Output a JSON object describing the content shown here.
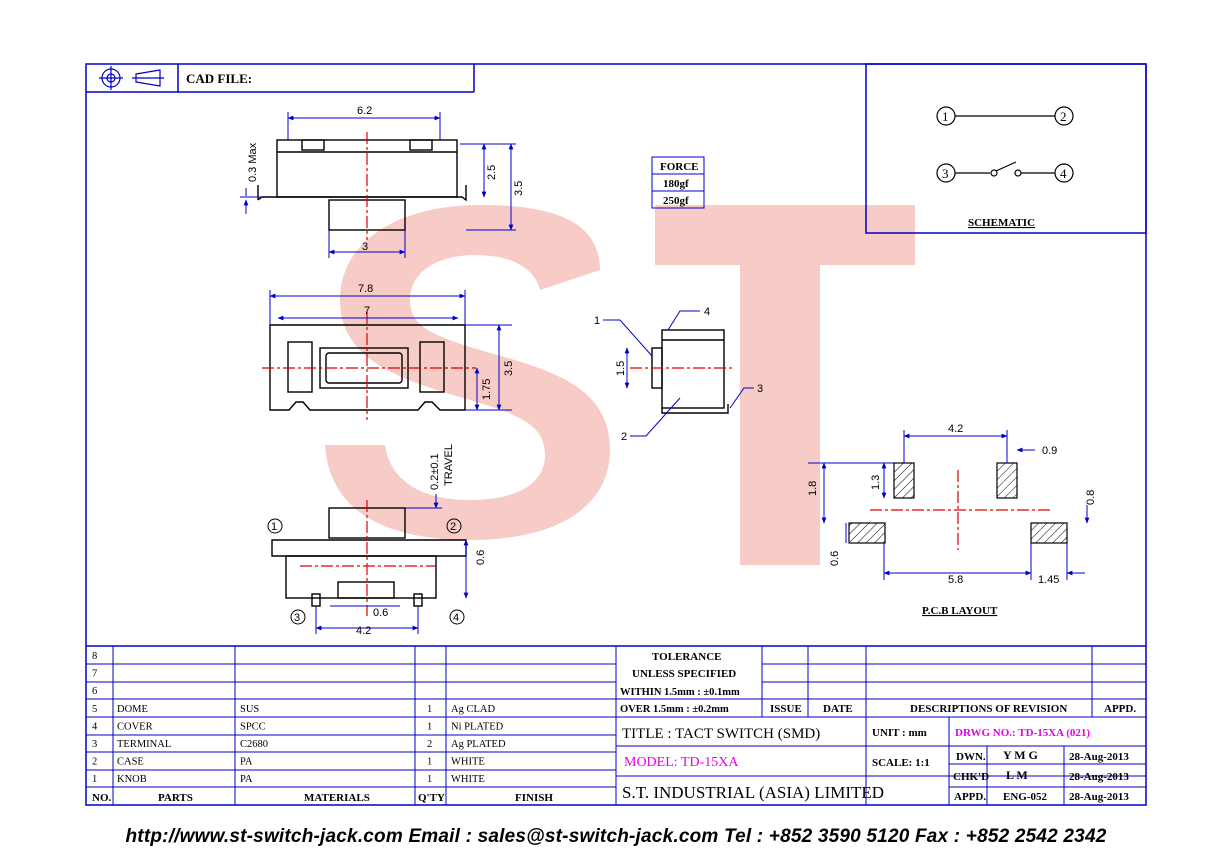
{
  "header": {
    "cad_label": "CAD FILE:"
  },
  "force": {
    "title": "FORCE",
    "values": [
      "180gf",
      "250gf"
    ]
  },
  "schematic": {
    "title": "SCHEMATIC",
    "pins": [
      "1",
      "2",
      "3",
      "4"
    ]
  },
  "pcb": {
    "title": "P.C.B LAYOUT",
    "dims": {
      "w_top": "4.2",
      "pad_w": "0.9",
      "h_outer": "1.8",
      "h_pad": "1.3",
      "h_low": "0.8",
      "h_low2": "0.6",
      "span": "5.8",
      "pad2": "1.45"
    }
  },
  "top_view": {
    "dims": {
      "width": "6.2",
      "max": "0.3 Max",
      "h1": "2.5",
      "h2": "3.5",
      "knob": "3"
    }
  },
  "front_view": {
    "dims": {
      "outer": "7.8",
      "inner": "7",
      "h": "3.5",
      "h2": "1.75"
    }
  },
  "side_view": {
    "dims": {
      "knob_h": "1.5"
    },
    "labels": [
      "1",
      "2",
      "3",
      "4"
    ]
  },
  "bottom_view": {
    "dims": {
      "travel": "0.2±0.1",
      "travel_label": "TRAVEL",
      "h": "0.6",
      "pin": "0.6",
      "span": "4.2"
    },
    "labels": [
      "1",
      "2",
      "3",
      "4"
    ]
  },
  "watermark": "ST",
  "bom": {
    "headers": [
      "NO.",
      "PARTS",
      "MATERIALS",
      "Q'TY",
      "FINISH"
    ],
    "rows": [
      {
        "no": "8",
        "part": "",
        "material": "",
        "qty": "",
        "finish": ""
      },
      {
        "no": "7",
        "part": "",
        "material": "",
        "qty": "",
        "finish": ""
      },
      {
        "no": "6",
        "part": "",
        "material": "",
        "qty": "",
        "finish": ""
      },
      {
        "no": "5",
        "part": "DOME",
        "material": "SUS",
        "qty": "1",
        "finish": "Ag CLAD"
      },
      {
        "no": "4",
        "part": "COVER",
        "material": "SPCC",
        "qty": "1",
        "finish": "Ni PLATED"
      },
      {
        "no": "3",
        "part": "TERMINAL",
        "material": "C2680",
        "qty": "2",
        "finish": "Ag PLATED"
      },
      {
        "no": "2",
        "part": "CASE",
        "material": "PA",
        "qty": "1",
        "finish": "WHITE"
      },
      {
        "no": "1",
        "part": "KNOB",
        "material": "PA",
        "qty": "1",
        "finish": "WHITE"
      }
    ]
  },
  "tolerance": {
    "title": "TOLERANCE",
    "subtitle": "UNLESS   SPECIFIED",
    "within": "WITHIN  1.5mm : ±0.1mm",
    "over": "OVER    1.5mm : ±0.2mm"
  },
  "revision": {
    "issue": "ISSUE",
    "date": "DATE",
    "desc": "DESCRIPTIONS  OF  REVISION",
    "appd": "APPD."
  },
  "title_block": {
    "title": "TITLE : TACT SWITCH (SMD)",
    "unit": "UNIT :   mm",
    "drwg": "DRWG NO.: TD-15XA (021)",
    "model": "MODEL: TD-15XA",
    "scale": "SCALE:  1:1",
    "company": "S.T.  INDUSTRIAL  (ASIA)  LIMITED",
    "dwn_label": "DWN.",
    "dwn": "Y M G",
    "dwn_date": "28-Aug-2013",
    "chk_label": "CHK'D",
    "chk": "L M",
    "chk_date": "28-Aug-2013",
    "appd_label": "APPD.",
    "appd": "ENG-052",
    "appd_date": "28-Aug-2013"
  },
  "footer": "http://www.st-switch-jack.com  Email : sales@st-switch-jack.com  Tel : +852 3590 5120  Fax : +852 2542 2342",
  "colors": {
    "frame": "#0000cc",
    "center": "#e00000",
    "watermark": "#f4b6b0",
    "magenta": "#e600e6"
  }
}
